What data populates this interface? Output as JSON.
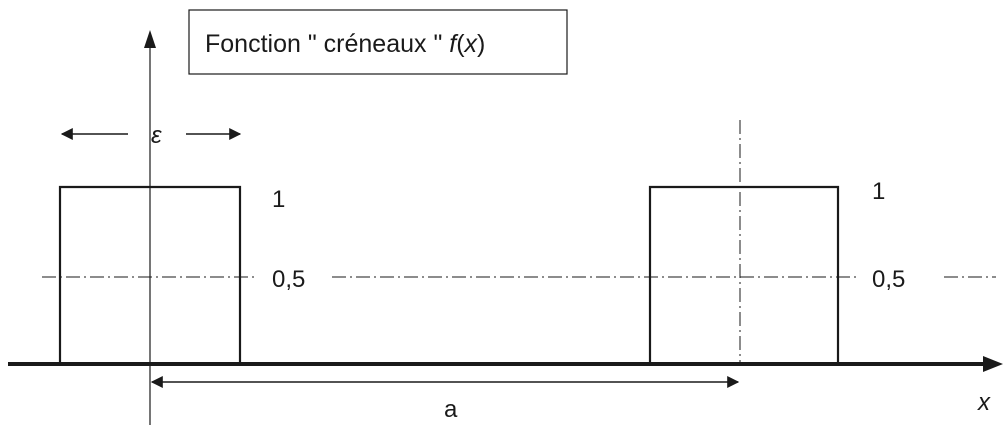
{
  "diagram": {
    "title_prefix": "Fonction \" créneaux \" ",
    "title_func": "f",
    "title_open": "(",
    "title_var": "x",
    "title_close": ")",
    "epsilon_label": "ε",
    "level_high_left": "1",
    "level_high_right": "1",
    "level_half_left": "0,5",
    "level_half_right": "0,5",
    "period_label": "a",
    "axis_label": "x"
  },
  "colors": {
    "stroke": "#1a1a1a",
    "background": "#ffffff"
  }
}
